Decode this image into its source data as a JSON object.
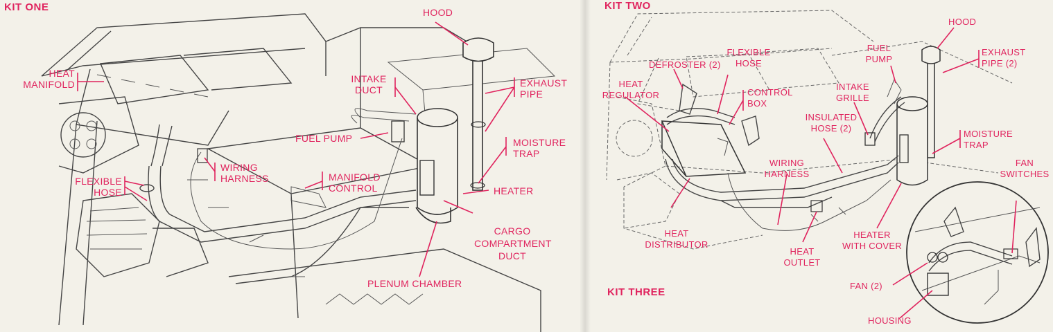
{
  "colors": {
    "label": "#e0245e",
    "ink": "#444444",
    "paper": "#f3f1e9"
  },
  "kits": {
    "one": "KIT ONE",
    "two": "KIT TWO",
    "three": "KIT THREE"
  },
  "kit_one": {
    "hood": "HOOD",
    "heat_manifold": [
      "HEAT",
      "MANIFOLD"
    ],
    "intake_duct": [
      "INTAKE",
      "DUCT"
    ],
    "exhaust_pipe": [
      "EXHAUST",
      "PIPE"
    ],
    "fuel_pump": "FUEL PUMP",
    "moisture_trap": [
      "MOISTURE",
      "TRAP"
    ],
    "wiring_harness": [
      "WIRING",
      "HARNESS"
    ],
    "manifold_control": [
      "MANIFOLD",
      "CONTROL"
    ],
    "flexible_hose": [
      "FLEXIBLE",
      "HOSE"
    ],
    "heater": "HEATER",
    "cargo_duct": [
      "CARGO",
      "COMPARTMENT",
      "DUCT"
    ],
    "plenum_chamber": "PLENUM CHAMBER"
  },
  "kit_two": {
    "defroster": "DEFROSTER (2)",
    "flexible_hose": [
      "FLEXIBLE",
      "HOSE"
    ],
    "heat_regulator": [
      "HEAT",
      "REGULATOR"
    ],
    "control_box": [
      "CONTROL",
      "BOX"
    ],
    "fuel_pump": [
      "FUEL",
      "PUMP"
    ],
    "hood": "HOOD",
    "exhaust_pipe": [
      "EXHAUST",
      "PIPE (2)"
    ],
    "intake_grille": [
      "INTAKE",
      "GRILLE"
    ],
    "insulated_hose": [
      "INSULATED",
      "HOSE (2)"
    ],
    "moisture_trap": [
      "MOISTURE",
      "TRAP"
    ],
    "wiring_harness": [
      "WIRING",
      "HARNESS"
    ],
    "heat_distributor": [
      "HEAT",
      "DISTRIBUTOR"
    ],
    "heat_outlet": [
      "HEAT",
      "OUTLET"
    ],
    "heater_with_cover": [
      "HEATER",
      "WITH COVER"
    ]
  },
  "kit_three": {
    "fan_switches": [
      "FAN",
      "SWITCHES"
    ],
    "fan": "FAN (2)",
    "housing": "HOUSING"
  }
}
